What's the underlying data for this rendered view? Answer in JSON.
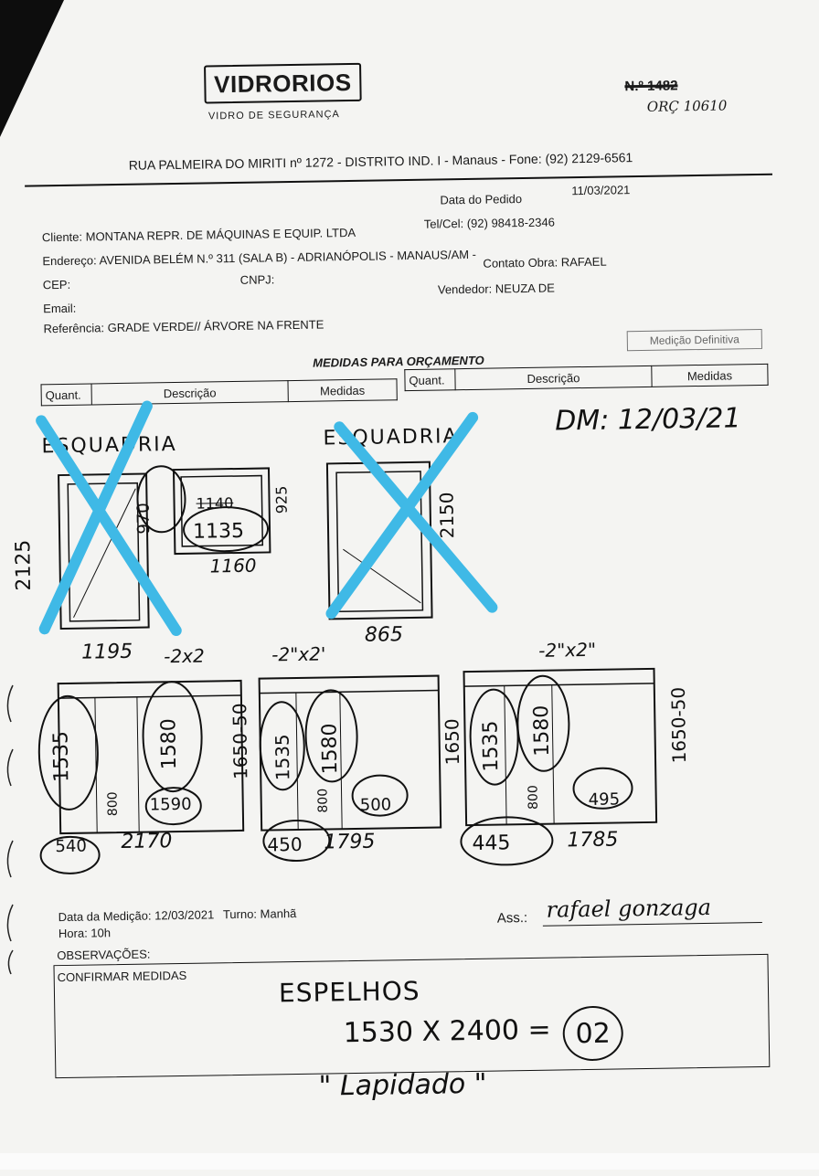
{
  "header": {
    "brand": "VIDRORIOS",
    "tagline": "VIDRO DE SEGURANÇA",
    "number_struck": "N.º 1482",
    "orc": "ORÇ 10610",
    "address": "RUA PALMEIRA DO MIRITI nº 1272 - DISTRITO IND. I - Manaus - Fone: (92) 2129-6561"
  },
  "order": {
    "data_pedido_label": "Data do Pedido",
    "data_pedido_value": "11/03/2021",
    "cliente_label": "Cliente:",
    "cliente_value": "MONTANA REPR. DE MÁQUINAS E EQUIP. LTDA",
    "tel_label": "Tel/Cel:",
    "tel_value": "(92) 98418-2346",
    "endereco_label": "Endereço:",
    "endereco_value": "AVENIDA BELÉM N.º 311 (SALA B) - ADRIANÓPOLIS - MANAUS/AM -",
    "cep_label": "CEP:",
    "cnpj_label": "CNPJ:",
    "contato_label": "Contato Obra:",
    "contato_value": "RAFAEL",
    "email_label": "Email:",
    "vendedor_label": "Vendedor:",
    "vendedor_value": "NEUZA DE",
    "referencia_label": "Referência:",
    "referencia_value": "GRADE VERDE// ÁRVORE NA FRENTE"
  },
  "section": {
    "title": "MEDIDAS PARA ORÇAMENTO",
    "medicao_definitiva": "Medição Definitiva",
    "columns_left": [
      "Quant.",
      "Descrição",
      "Medidas"
    ],
    "columns_right": [
      "Quant.",
      "Descrição",
      "Medidas"
    ]
  },
  "handwriting": {
    "dm_date": "DM: 12/03/21",
    "esquadria_left": "ESQUADRIA",
    "esquadria_right": "ESQUADRIA",
    "left_height": "2125",
    "left_width": "1195",
    "left_970": "970",
    "left_1135": "1135",
    "left_1160": "1160",
    "left_1140_struck": "1140",
    "left_925": "925",
    "right_height": "2150",
    "right_width": "865",
    "panels": [
      {
        "label": "-2x2",
        "h1": "1535",
        "h2": "1580",
        "side": "1650-50",
        "mid": "800",
        "small": "1590",
        "bottom_circle": "540",
        "bottom": "2170"
      },
      {
        "label": "-2\"x2'",
        "h1": "1535",
        "h2": "1580",
        "side": "1650",
        "mid": "800",
        "small": "500",
        "bottom_circle": "450",
        "bottom": "1795"
      },
      {
        "label": "-2\"x2\"",
        "h1": "1535",
        "h2": "1580",
        "side": "1650-50",
        "mid": "800",
        "small": "495",
        "bottom_circle": "445",
        "bottom": "1785"
      }
    ],
    "signature": "rafael gonzaga",
    "notes_line1": "ESPELHOS",
    "notes_line2": "1530 X 2400 =",
    "notes_qty": "02",
    "notes_line3": "\" Lapidado \""
  },
  "measurement": {
    "data_medicao_label": "Data da Medição:",
    "data_medicao_value": "12/03/2021",
    "turno_label": "Turno:",
    "turno_value": "Manhã",
    "hora_label": "Hora:",
    "hora_value": "10h",
    "ass_label": "Ass.:",
    "observacoes_label": "OBSERVAÇÕES:",
    "confirmar": "CONFIRMAR MEDIDAS"
  },
  "colors": {
    "cross": "#3fb9e6",
    "ink": "#111111",
    "paper": "#f4f4f2"
  }
}
